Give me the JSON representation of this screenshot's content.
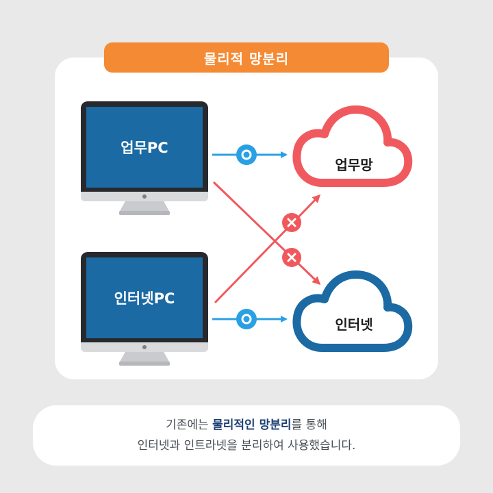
{
  "title": "물리적 망분리",
  "nodes": {
    "work_pc": "업무PC",
    "internet_pc": "인터넷PC",
    "work_net": "업무망",
    "internet": "인터넷"
  },
  "marks": {
    "allowed": "O",
    "blocked": "×"
  },
  "caption": {
    "line1_before": "기존에는 ",
    "line1_highlight": "물리적인 망분리",
    "line1_after": "를 통해",
    "line2": "인터넷과 인트라넷을 분리하여 사용했습니다."
  },
  "colors": {
    "accent": "#f58a34",
    "work_cloud": "#f05a5f",
    "internet_cloud": "#1b6aa3",
    "allowed_arrow": "#2aa0e4",
    "blocked_arrow": "#f0585c"
  }
}
